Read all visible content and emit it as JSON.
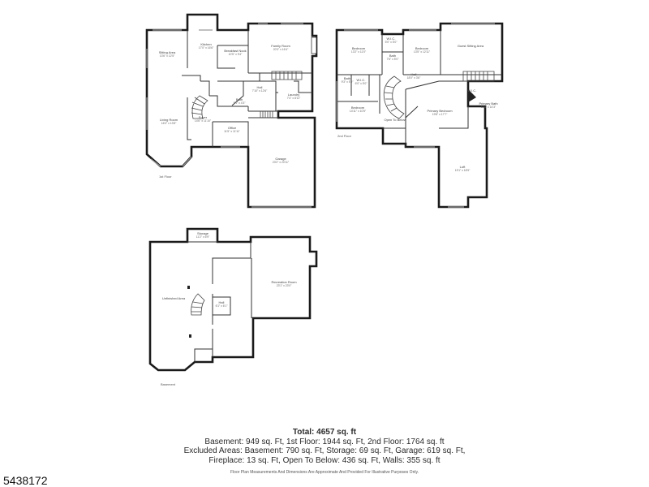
{
  "floors": {
    "first": {
      "label": "1st Floor",
      "rooms": [
        {
          "name": "Sitting Area",
          "dim": "13'6\" x 12'5\""
        },
        {
          "name": "Living Room",
          "dim": "16'3\" x 13'8\""
        },
        {
          "name": "Kitchen",
          "dim": "17'0\" x 16'6\""
        },
        {
          "name": "Breakfast Nook",
          "dim": "10'5\" x 9'4\""
        },
        {
          "name": "Family Room",
          "dim": "20'3\" x 16'4\""
        },
        {
          "name": "Hall",
          "dim": "7'10\" x 12'6\""
        },
        {
          "name": "Laundry",
          "dim": "7'4\" x 8'11\""
        },
        {
          "name": "Bath",
          "dim": "5'1\" x 4'3\""
        },
        {
          "name": "Foyer",
          "dim": "14'6\" x 11'10\""
        },
        {
          "name": "Office",
          "dim": "11'5\" x 11'11\""
        },
        {
          "name": "Garage",
          "dim": "23'2\" x 20'11\""
        }
      ]
    },
    "second": {
      "label": "2nd Floor",
      "rooms": [
        {
          "name": "Bedroom",
          "dim": "13'2\" x 11'0\""
        },
        {
          "name": "W.I.C.",
          "dim": "5'0\" x 5'0\""
        },
        {
          "name": "Bedroom",
          "dim": "13'5\" x 12'11\""
        },
        {
          "name": "Bath",
          "dim": "7'6\" x 5'0\""
        },
        {
          "name": "Guest Sitting Area",
          "dim": ""
        },
        {
          "name": "Bath",
          "dim": "9'3\" x 5'0\""
        },
        {
          "name": "W.I.C.",
          "dim": "6'0\" x 5'0\""
        },
        {
          "name": "Hall",
          "dim": "18'0\" x 3'6\""
        },
        {
          "name": "Bedroom",
          "dim": "14'11\" x 10'5\""
        },
        {
          "name": "Open To Below",
          "dim": ""
        },
        {
          "name": "Primary Bedroom",
          "dim": "19'8\" x 17'7\""
        },
        {
          "name": "W.I.C.",
          "dim": ""
        },
        {
          "name": "Primary Bath",
          "dim": "11'4\" x 14'3\""
        },
        {
          "name": "Loft",
          "dim": "19'1\" x 18'9\""
        }
      ]
    },
    "basement": {
      "label": "Basement",
      "rooms": [
        {
          "name": "Storage",
          "dim": "11'2\" x 6'9\""
        },
        {
          "name": "Recreation Room",
          "dim": "23'1\" x 23'0\""
        },
        {
          "name": "Unfinished Area",
          "dim": ""
        },
        {
          "name": "Hall",
          "dim": "6'1\" x 6'1\""
        }
      ]
    }
  },
  "summary": {
    "total": "Total: 4657 sq. ft",
    "line1": "Basement: 949 sq. Ft, 1st Floor: 1944 sq. Ft, 2nd Floor: 1764 sq. ft",
    "line2": "Excluded Areas: Basement: 790 sq. Ft, Storage: 69 sq. Ft, Garage: 619 sq. Ft,",
    "line3": "Fireplace: 13 sq. Ft, Open To Below: 436 sq. Ft, Walls: 355 sq. ft"
  },
  "disclaimer": "Floor Plan Measurements And Dimensions Are Approximate And Provided For Illustrative Purposes Only.",
  "listing_id": "5438172"
}
